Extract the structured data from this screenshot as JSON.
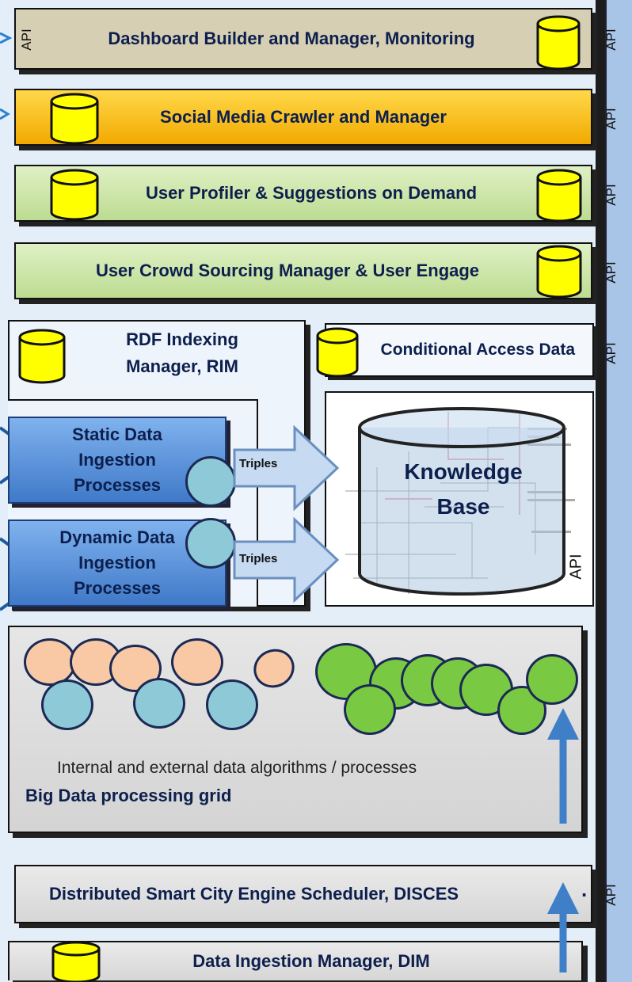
{
  "bars": {
    "dashboard": "Dashboard Builder  and Manager, Monitoring",
    "social": "Social Media Crawler and Manager",
    "profiler": "User Profiler  &  Suggestions on Demand",
    "crowd": "User Crowd Sourcing Manager & User Engage"
  },
  "rim": {
    "line1": "RDF Indexing",
    "line2": "Manager, RIM"
  },
  "conditional": "Conditional Access Data",
  "static_box": {
    "l1": "Static Data",
    "l2": "Ingestion",
    "l3": "Processes"
  },
  "dynamic_box": {
    "l1": "Dynamic Data",
    "l2": "Ingestion",
    "l3": "Processes"
  },
  "triples_label": "Triples",
  "kb": {
    "l1": "Knowledge",
    "l2": "Base"
  },
  "grid": {
    "caption": "Internal and external data algorithms / processes",
    "title": "Big Data processing grid"
  },
  "disces": "Distributed Smart City Engine Scheduler, DISCES",
  "disces_dot": ".",
  "dim": "Data Ingestion Manager, DIM",
  "api_label": "API",
  "colors": {
    "yellow": "#ffff00",
    "orange": "#f5b800",
    "green_bar": "#cde5a8",
    "tan": "#d6cfb4",
    "blue_box": "#5b93dd",
    "peach": "#f9c9a6",
    "lightblue": "#8ec9d8",
    "green_circle": "#7ac943"
  }
}
